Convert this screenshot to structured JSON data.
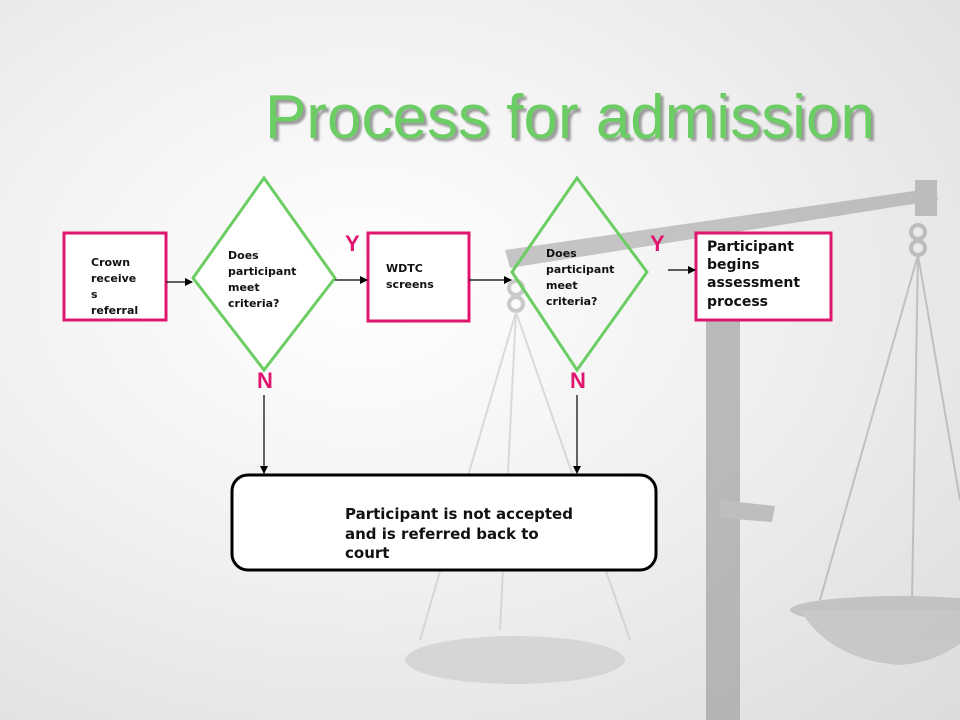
{
  "title": "Process for admission",
  "nodes": {
    "crown": "Crown\nreceive\ns\nreferral",
    "decision1": "Does\nparticipant\nmeet\ncriteria?",
    "wdtc": "WDTC\nscreens",
    "decision2": "Does\nparticipant\nmeet\ncriteria?",
    "assessment": "Participant\nbegins\nassessment\nprocess",
    "rejected": "Participant is not accepted\nand is referred back to\ncourt"
  },
  "branch_labels": {
    "y1": "Y",
    "y2": "Y",
    "n1": "N",
    "n2": "N"
  },
  "colors": {
    "title": "#6bcd63",
    "process_border": "#e0156e",
    "decision_border": "#6bcd63",
    "branch_label": "#e0156e"
  }
}
